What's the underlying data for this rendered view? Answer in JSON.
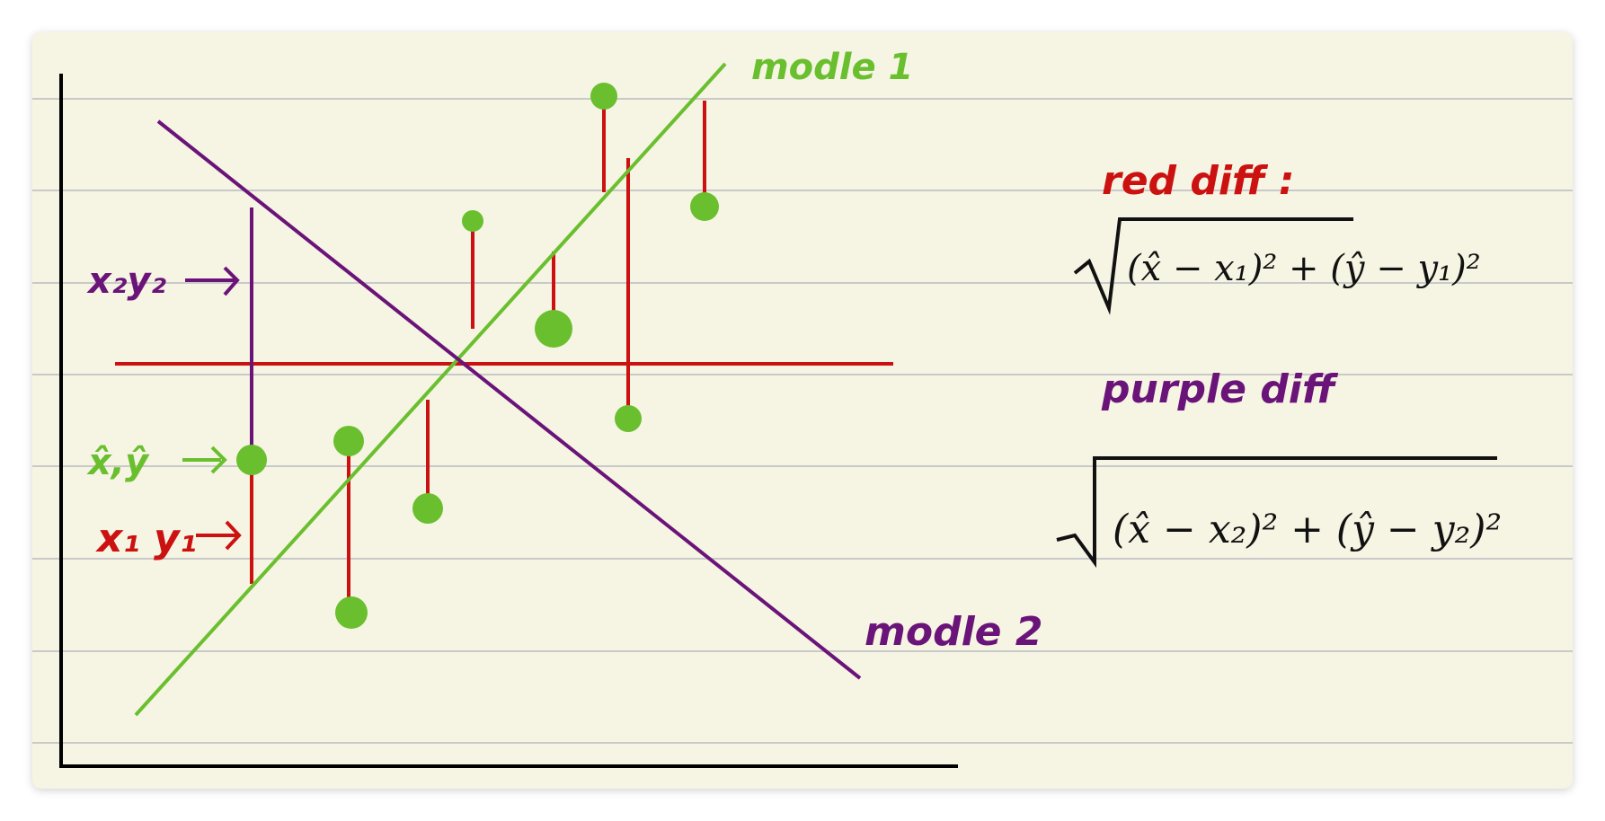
{
  "colors": {
    "paper": "#f6f4e3",
    "rule": "#c9c9c9",
    "axis": "#000000",
    "green": "#6abf2e",
    "purple": "#6a1479",
    "red": "#cc1111",
    "ink": "#111111"
  },
  "labels": {
    "model1": "modle 1",
    "model2": "modle 2",
    "x2y2": "x₂y₂",
    "xhat_yhat": "x̂,ŷ",
    "x1y1": "x₁ y₁",
    "arrow": "→",
    "red_diff_title": "red diff :",
    "red_diff_formula": "(x̂ − x₁)² + (ŷ − y₁)²",
    "purple_diff_title": "purple diff",
    "purple_diff_formula": "(x̂ − x₂)² + (ŷ − y₂)²"
  }
}
